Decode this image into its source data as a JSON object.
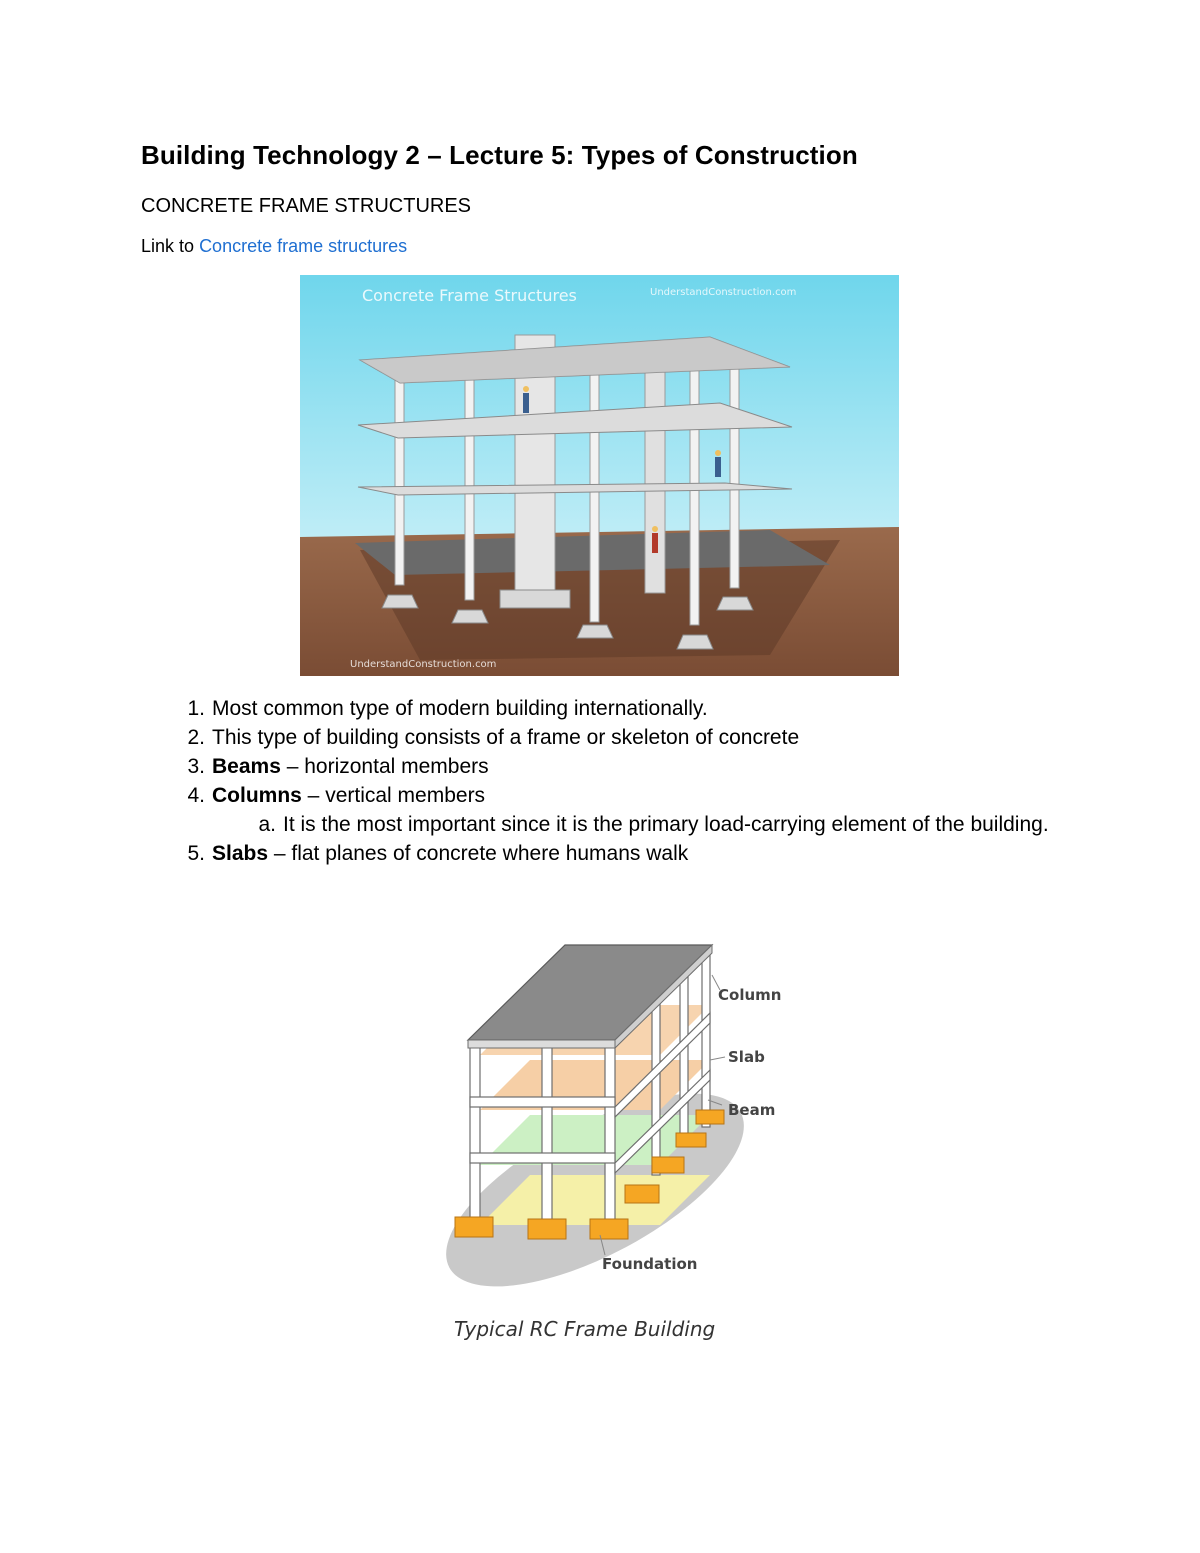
{
  "document": {
    "title": "Building Technology 2 – Lecture 5: Types of Construction",
    "section_heading": "CONCRETE FRAME STRUCTURES",
    "link_prefix": "Link to",
    "link_text": "Concrete frame structures",
    "photo": {
      "caption_title": "Concrete Frame Structures",
      "watermark_top": "UnderstandConstruction.com",
      "watermark_bottom": "UnderstandConstruction.com"
    },
    "list": [
      {
        "num": "1.",
        "bold": "",
        "text": "Most common type of modern building internationally."
      },
      {
        "num": "2.",
        "bold": "",
        "text": "This type of building consists of a frame or skeleton of concrete"
      },
      {
        "num": "3.",
        "bold": "Beams",
        "text": " – horizontal members"
      },
      {
        "num": "4.",
        "bold": "Columns",
        "text": " – vertical members"
      },
      {
        "num": "5.",
        "bold": "Slabs",
        "text": " – flat planes of concrete where humans walk"
      }
    ],
    "sublist": [
      {
        "num": "a.",
        "text": "It is the most important since it is the primary load-carrying element of the building."
      }
    ],
    "diagram": {
      "labels": {
        "column": "Column",
        "slab": "Slab",
        "beam": "Beam",
        "foundation": "Foundation"
      },
      "caption": "Typical RC Frame Building"
    }
  },
  "colors": {
    "link": "#1f6fd1",
    "sky_top": "#6fd6ec",
    "soil": "#8a5a3e",
    "diagram_orange": "#f5a623",
    "diagram_slab_peach": "#f6cfa6",
    "diagram_slab_green": "#ccf0c4",
    "diagram_slab_yellow": "#f5f0a8"
  }
}
